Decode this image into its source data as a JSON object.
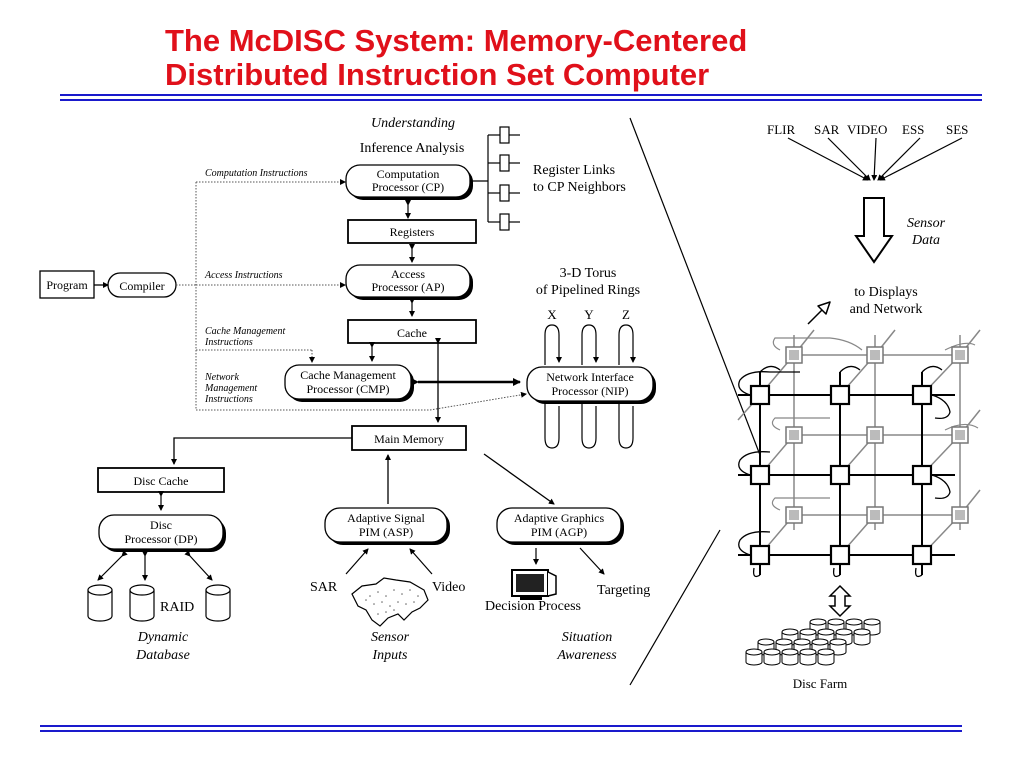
{
  "title": {
    "line1": "The McDISC System: Memory-Centered",
    "line2": "Distributed Instruction Set Computer"
  },
  "colors": {
    "title": "#e0101a",
    "rule": "#1a1acc"
  },
  "left": {
    "understanding": "Understanding",
    "inference": "Inference Analysis",
    "program": "Program",
    "compiler": "Compiler",
    "computation_instr": "Computation Instructions",
    "access_instr": "Access Instructions",
    "cache_mgmt_instr": [
      "Cache Management",
      "Instructions"
    ],
    "network_mgmt_instr": [
      "Network",
      "Management",
      "Instructions"
    ],
    "cp": [
      "Computation",
      "Processor (CP)"
    ],
    "registers": "Registers",
    "ap": [
      "Access",
      "Processor (AP)"
    ],
    "cache": "Cache",
    "cmp": [
      "Cache Management",
      "Processor (CMP)"
    ],
    "register_links": [
      "Register Links",
      "to CP Neighbors"
    ],
    "torus": [
      "3-D Torus",
      "of Pipelined Rings"
    ],
    "axes": [
      "X",
      "Y",
      "Z"
    ],
    "nip": [
      "Network Interface",
      "Processor (NIP)"
    ],
    "main_memory": "Main Memory",
    "disc_cache": "Disc Cache",
    "dp": [
      "Disc",
      "Processor (DP)"
    ],
    "raid": "RAID",
    "dynamic_db": [
      "Dynamic",
      "Database"
    ],
    "asp": [
      "Adaptive Signal",
      "PIM  (ASP)"
    ],
    "sar": "SAR",
    "video": "Video",
    "sensor_inputs": [
      "Sensor",
      "Inputs"
    ],
    "agp": [
      "Adaptive Graphics",
      "PIM (AGP)"
    ],
    "decision": "Decision Process",
    "targeting": "Targeting",
    "situation": [
      "Situation",
      "Awareness"
    ]
  },
  "right": {
    "sensors": [
      "FLIR",
      "SAR",
      "VIDEO",
      "ESS",
      "SES"
    ],
    "sensor_data": [
      "Sensor",
      "Data"
    ],
    "displays": [
      "to Displays",
      "and Network"
    ],
    "disc_farm": "Disc Farm"
  }
}
